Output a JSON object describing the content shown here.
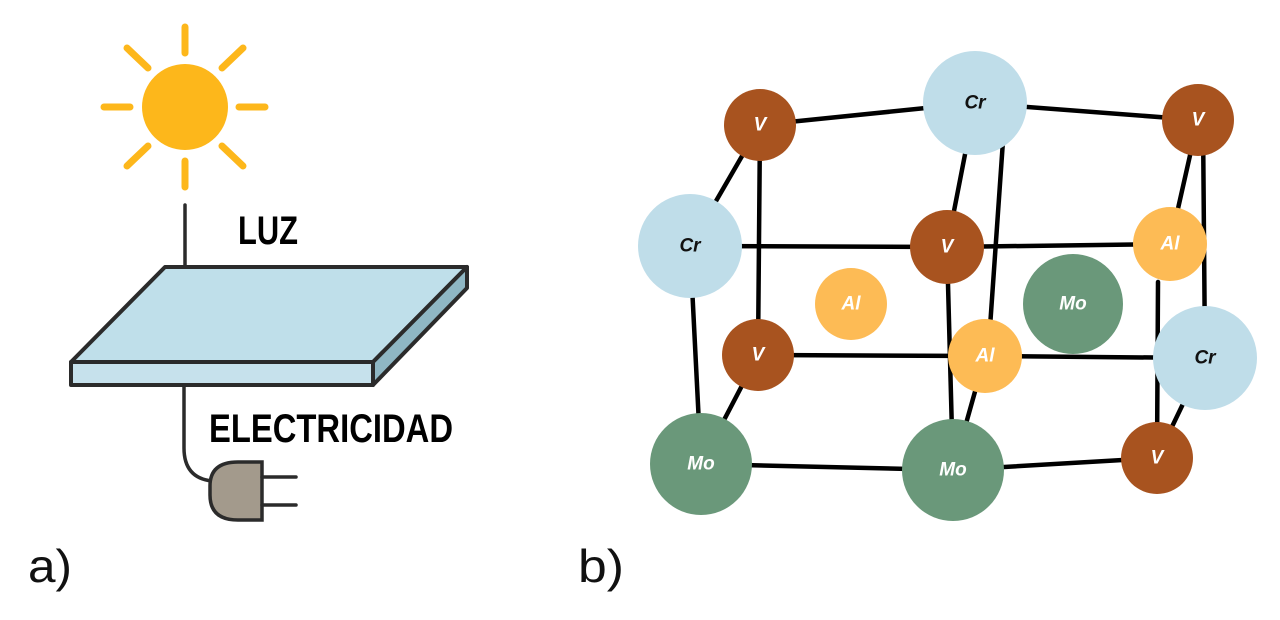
{
  "panel_a": {
    "label": "a)",
    "light_label": "LUZ",
    "electricity_label": "ELECTRICIDAD",
    "colors": {
      "sun": "#FDB71B",
      "panel_top": "#BFDFEA",
      "panel_side": "#8FB7C4",
      "plug": "#A39A8C",
      "outline": "#2B2B2B"
    }
  },
  "panel_b": {
    "label": "b)",
    "element_colors": {
      "V": "#A8531F",
      "Cr": "#BFDDE9",
      "Al": "#FDBB55",
      "Mo": "#6A987A"
    },
    "text_colors": {
      "V": "#ffffff",
      "Cr": "#111111",
      "Al": "#ffffff",
      "Mo": "#ffffff"
    },
    "atoms": [
      {
        "id": "v-top-left",
        "element": "V"
      },
      {
        "id": "cr-top",
        "element": "Cr"
      },
      {
        "id": "v-top-right",
        "element": "V"
      },
      {
        "id": "cr-left",
        "element": "Cr"
      },
      {
        "id": "v-mid",
        "element": "V"
      },
      {
        "id": "al-right",
        "element": "Al"
      },
      {
        "id": "al-center",
        "element": "Al"
      },
      {
        "id": "mo-center",
        "element": "Mo"
      },
      {
        "id": "v-lower-left",
        "element": "V"
      },
      {
        "id": "al-lower",
        "element": "Al"
      },
      {
        "id": "cr-right",
        "element": "Cr"
      },
      {
        "id": "mo-bottom-left",
        "element": "Mo"
      },
      {
        "id": "mo-bottom-mid",
        "element": "Mo"
      },
      {
        "id": "v-bottom-right",
        "element": "V"
      }
    ]
  }
}
